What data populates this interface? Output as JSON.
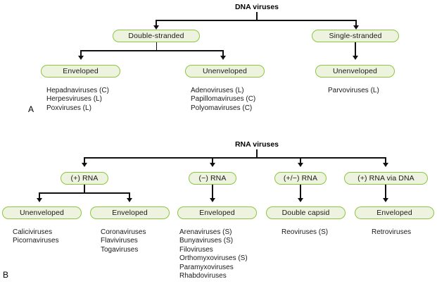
{
  "figure": {
    "panel_a": {
      "letter": "A",
      "title": "DNA viruses",
      "level1": [
        {
          "label": "Double-stranded"
        },
        {
          "label": "Single-stranded"
        }
      ],
      "level2": [
        {
          "label": "Enveloped"
        },
        {
          "label": "Unenveloped"
        },
        {
          "label": "Unenveloped"
        }
      ],
      "lists": [
        [
          "Hepadnaviruses (C)",
          "Herpesviruses (L)",
          "Poxviruses (L)"
        ],
        [
          "Adenoviruses (L)",
          "Papillomaviruses (C)",
          "Polyomaviruses (C)"
        ],
        [
          "Parvoviruses (L)"
        ]
      ]
    },
    "panel_b": {
      "letter": "B",
      "title": "RNA viruses",
      "level1": [
        {
          "label": "(+) RNA"
        },
        {
          "label": "(−) RNA"
        },
        {
          "label": "(+/−) RNA"
        },
        {
          "label": "(+) RNA via DNA"
        }
      ],
      "level2": [
        {
          "label": "Unenveloped"
        },
        {
          "label": "Enveloped"
        },
        {
          "label": "Enveloped"
        },
        {
          "label": "Double capsid"
        },
        {
          "label": "Enveloped"
        }
      ],
      "lists": [
        [
          "Caliciviruses",
          "Picornaviruses"
        ],
        [
          "Coronaviruses",
          "Flaviviruses",
          "Togaviruses"
        ],
        [
          "Arenaviruses (S)",
          "Bunyaviruses (S)",
          "Filoviruses",
          "Orthomyxoviruses (S)",
          "Paramyxoviruses",
          "Rhabdoviruses"
        ],
        [
          "Reoviruses (S)"
        ],
        [
          "Retroviruses"
        ]
      ]
    },
    "colors": {
      "node_fill": "#EDF3DF",
      "node_border": "#8DC63F",
      "connector": "#111111",
      "text": "#1a1a1a",
      "background": "#FFFFFF"
    }
  }
}
